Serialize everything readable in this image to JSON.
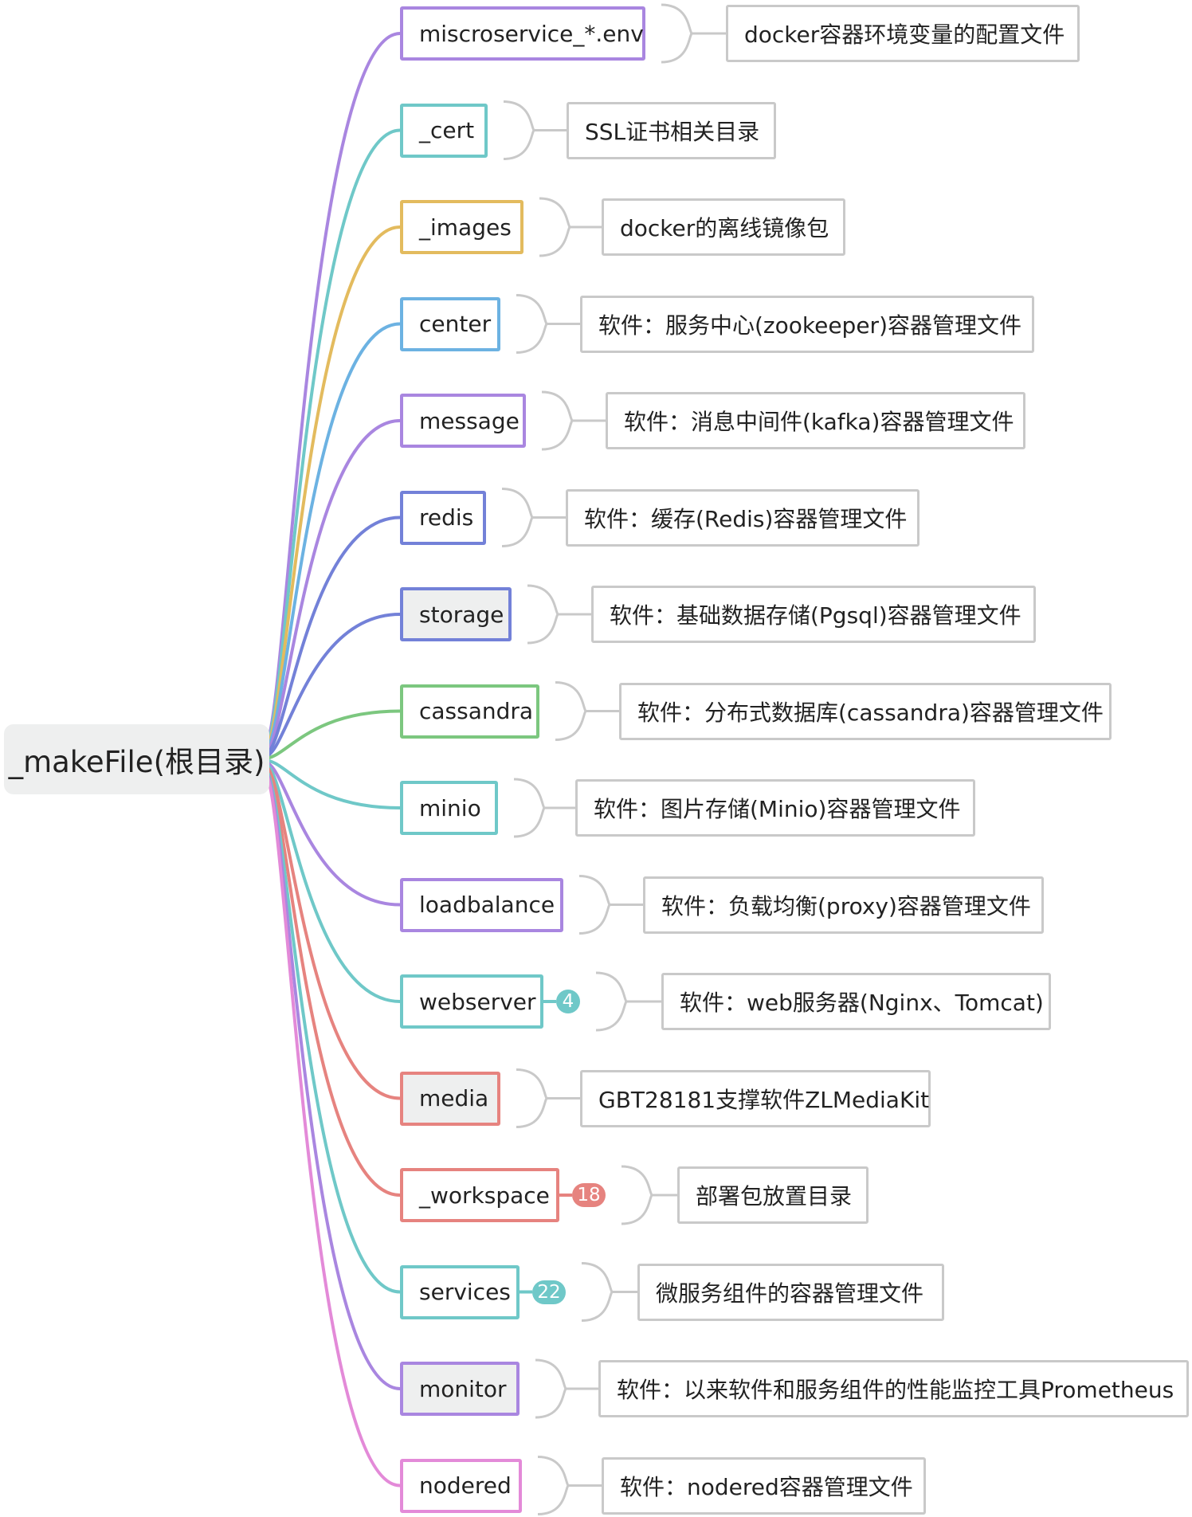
{
  "root": {
    "label": "_makeFile(根目录)"
  },
  "children": [
    {
      "label": "miscroservice_*.env",
      "color": "#a986e0",
      "shaded": false,
      "desc": "docker容器环境变量的配置文件",
      "badge": null
    },
    {
      "label": "_cert",
      "color": "#6fc8c8",
      "shaded": false,
      "desc": "SSL证书相关目录",
      "badge": null
    },
    {
      "label": "_images",
      "color": "#e3bb5e",
      "shaded": false,
      "desc": "docker的离线镜像包",
      "badge": null
    },
    {
      "label": "center",
      "color": "#6cb2e2",
      "shaded": false,
      "desc": "软件：服务中心(zookeeper)容器管理文件",
      "badge": null
    },
    {
      "label": "message",
      "color": "#a986e0",
      "shaded": false,
      "desc": "软件：消息中间件(kafka)容器管理文件",
      "badge": null
    },
    {
      "label": "redis",
      "color": "#7381d8",
      "shaded": false,
      "desc": "软件：缓存(Redis)容器管理文件",
      "badge": null
    },
    {
      "label": "storage",
      "color": "#7381d8",
      "shaded": true,
      "desc": "软件：基础数据存储(Pgsql)容器管理文件",
      "badge": null
    },
    {
      "label": "cassandra",
      "color": "#7cc77f",
      "shaded": false,
      "desc": "软件：分布式数据库(cassandra)容器管理文件",
      "badge": null
    },
    {
      "label": "minio",
      "color": "#6fc8c8",
      "shaded": false,
      "desc": "软件：图片存储(Minio)容器管理文件",
      "badge": null
    },
    {
      "label": "loadbalance",
      "color": "#a986e0",
      "shaded": false,
      "desc": "软件：负载均衡(proxy)容器管理文件",
      "badge": null
    },
    {
      "label": "webserver",
      "color": "#6fc8c8",
      "shaded": false,
      "desc": "软件：web服务器(Nginx、Tomcat)",
      "badge": "4"
    },
    {
      "label": "media",
      "color": "#e6837f",
      "shaded": true,
      "desc": "GBT28181支撑软件ZLMediaKit",
      "badge": null
    },
    {
      "label": "_workspace",
      "color": "#e6837f",
      "shaded": false,
      "desc": "部署包放置目录",
      "badge": "18"
    },
    {
      "label": "services",
      "color": "#6fc8c8",
      "shaded": false,
      "desc": "微服务组件的容器管理文件",
      "badge": "22"
    },
    {
      "label": "monitor",
      "color": "#a986e0",
      "shaded": true,
      "desc": "软件：以来软件和服务组件的性能监控工具Prometheus",
      "badge": null
    },
    {
      "label": "nodered",
      "color": "#e38ad8",
      "shaded": false,
      "desc": "软件：nodered容器管理文件",
      "badge": null
    }
  ]
}
